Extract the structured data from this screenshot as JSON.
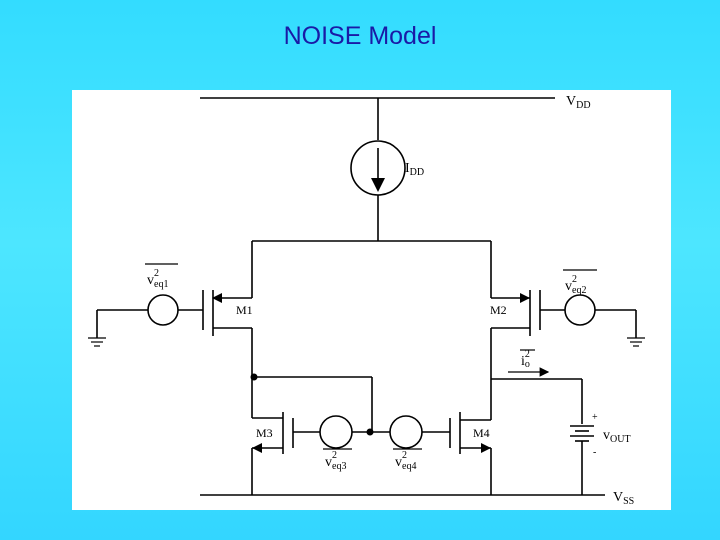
{
  "slide": {
    "title": "NOISE Model"
  },
  "labels": {
    "vdd_main": "V",
    "vdd_sub": "DD",
    "vss_main": "V",
    "vss_sub": "SS",
    "idd_main": "I",
    "idd_sub": "DD",
    "vout_main": "v",
    "vout_sub": "OUT",
    "m1": "M1",
    "m2": "M2",
    "m3": "M3",
    "m4": "M4",
    "veq1_main": "v",
    "veq1_sup": "2",
    "veq1_sub": "eq1",
    "veq2_main": "v",
    "veq2_sup": "2",
    "veq2_sub": "eq2",
    "veq3_main": "v",
    "veq3_sup": "2",
    "veq3_sub": "eq3",
    "veq4_main": "v",
    "veq4_sup": "2",
    "veq4_sub": "eq4",
    "io_main": "i",
    "io_sup": "2",
    "io_sub": "o",
    "plus": "+",
    "minus": "-"
  }
}
